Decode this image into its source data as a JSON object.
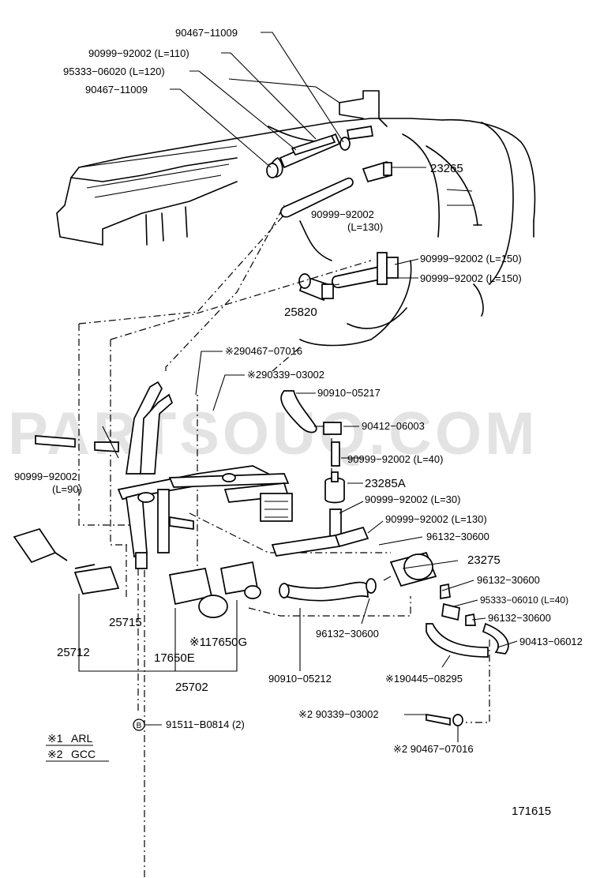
{
  "watermark": "PARTSOUQ.COM",
  "drawing_number": "171615",
  "legend": {
    "note1_mark": "※1",
    "note1_text": "ARL",
    "note2_mark": "※2",
    "note2_text": "GCC"
  },
  "bolt_symbol": "B",
  "labels": {
    "p90467_top": "90467−11009",
    "p90999_l110": "90999−92002 (L=110)",
    "p95333_l120": "95333−06020 (L=120)",
    "p90467_second": "90467−11009",
    "p23265": "23265",
    "p90999_l130_top": "90999−92002",
    "p90999_l130_top_len": "(L=130)",
    "p90999_l150_a": "90999−92002 (L=150)",
    "p90999_l150_b": "90999−92002 (L=150)",
    "p25820": "25820",
    "p90467_07016_top": "※290467−07016",
    "p90339_top": "※290339−03002",
    "p90910_05217": "90910−05217",
    "p90412": "90412−06003",
    "p90999_l40": "90999−92002 (L=40)",
    "p23285a": "23285A",
    "p90999_l30": "90999−92002 (L=30)",
    "p90999_l130_mid": "90999−92002 (L=130)",
    "p90999_l90": "90999−92002",
    "p90999_l90_len": "(L=90)",
    "p96132_a": "96132−30600",
    "p23275": "23275",
    "p96132_b": "96132−30600",
    "p95333_l40": "95333−06010 (L=40)",
    "p96132_c": "96132−30600",
    "p96132_d": "96132−30600",
    "p90413": "90413−06012",
    "p25715": "25715",
    "p25712": "25712",
    "p17650g": "※117650G",
    "p17650e": "17650E",
    "p25702": "25702",
    "p90910_05212": "90910−05212",
    "p90445": "※190445−08295",
    "p90339_bottom": "※2 90339−03002",
    "p90467_07016_bottom": "※2 90467−07016",
    "p91511": "91511−B0814 (2)"
  }
}
